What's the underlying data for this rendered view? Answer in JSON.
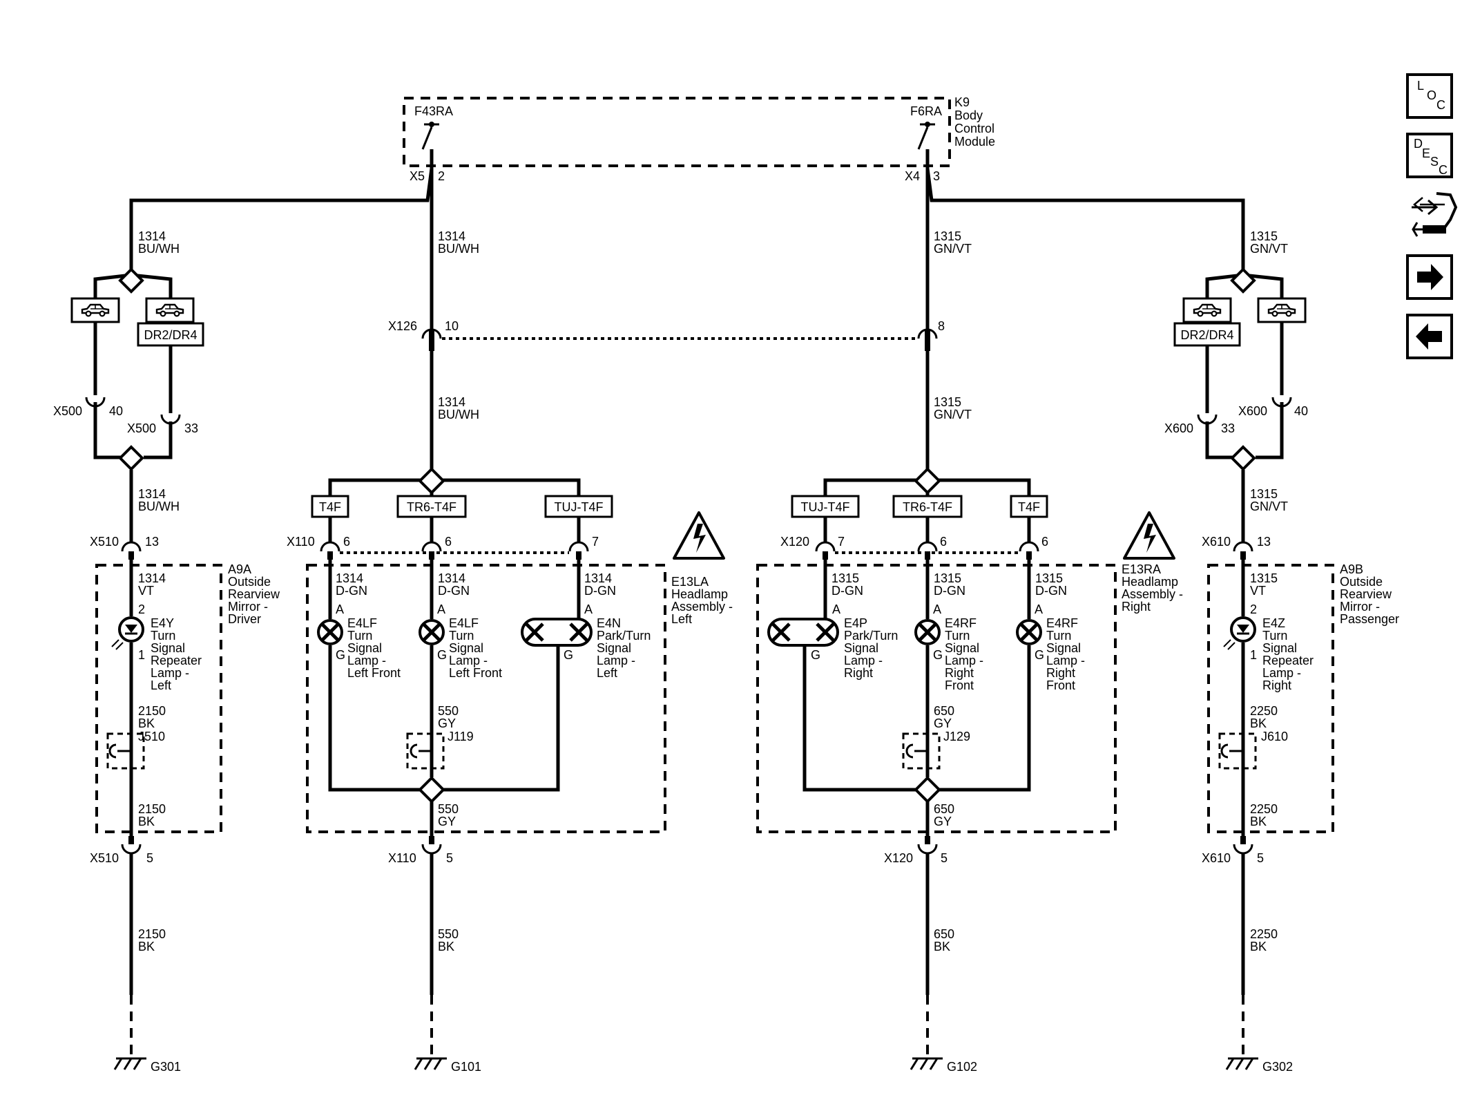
{
  "module": {
    "name": [
      "K9",
      "Body",
      "Control",
      "Module"
    ],
    "left_output": {
      "name": "F43RA",
      "connector": "X5",
      "pin": "2"
    },
    "right_output": {
      "name": "F6RA",
      "connector": "X4",
      "pin": "3"
    }
  },
  "wires": {
    "left_bu_wh": [
      "1314",
      "BU/WH"
    ],
    "right_gn_vt": [
      "1315",
      "GN/VT"
    ],
    "left_vt": [
      "1314",
      "VT"
    ],
    "right_vt": [
      "1315",
      "VT"
    ],
    "left_dgn": [
      "1314",
      "D-GN"
    ],
    "right_dgn": [
      "1315",
      "D-GN"
    ],
    "w550gy": [
      "550",
      "GY"
    ],
    "w650gy": [
      "650",
      "GY"
    ],
    "w2150bk": [
      "2150",
      "BK"
    ],
    "w2250bk": [
      "2250",
      "BK"
    ],
    "w550bk": [
      "550",
      "BK"
    ],
    "w650bk": [
      "650",
      "BK"
    ]
  },
  "options": {
    "dr2_dr4": "DR2/DR4",
    "t4f": "T4F",
    "tr6_t4f": "TR6-T4F",
    "tuj_t4f": "TUJ-T4F"
  },
  "connectors": {
    "x126": {
      "name": "X126",
      "pin_left": "10",
      "pin_right": "8"
    },
    "x500_a": {
      "name": "X500",
      "pin": "40"
    },
    "x500_b": {
      "name": "X500",
      "pin": "33"
    },
    "x600_a": {
      "name": "X600",
      "pin": "40"
    },
    "x600_b": {
      "name": "X600",
      "pin": "33"
    },
    "x510_top": {
      "name": "X510",
      "pin": "13"
    },
    "x510_bot": {
      "name": "X510",
      "pin": "5"
    },
    "x610_top": {
      "name": "X610",
      "pin": "13"
    },
    "x610_bot": {
      "name": "X610",
      "pin": "5"
    },
    "x110": {
      "name": "X110",
      "pins": [
        "6",
        "6",
        "7"
      ],
      "bottom_pin": "5"
    },
    "x120": {
      "name": "X120",
      "pins": [
        "7",
        "6",
        "6"
      ],
      "bottom_pin": "5"
    }
  },
  "assemblies": {
    "a9a": [
      "A9A",
      "Outside",
      "Rearview",
      "Mirror -",
      "Driver"
    ],
    "a9b": [
      "A9B",
      "Outside",
      "Rearview",
      "Mirror -",
      "Passenger"
    ],
    "e13la": [
      "E13LA",
      "Headlamp",
      "Assembly -",
      "Left"
    ],
    "e13ra": [
      "E13RA",
      "Headlamp",
      "Assembly -",
      "Right"
    ]
  },
  "lamps": {
    "e4y": [
      "E4Y",
      "Turn",
      "Signal",
      "Repeater",
      "Lamp -",
      "Left"
    ],
    "e4z": [
      "E4Z",
      "Turn",
      "Signal",
      "Repeater",
      "Lamp -",
      "Right"
    ],
    "e4lf": [
      "E4LF",
      "Turn",
      "Signal",
      "Lamp -",
      "Left Front"
    ],
    "e4n": [
      "E4N",
      "Park/Turn",
      "Signal",
      "Lamp -",
      "Left"
    ],
    "e4p": [
      "E4P",
      "Park/Turn",
      "Signal",
      "Lamp -",
      "Right"
    ],
    "e4rf": [
      "E4RF",
      "Turn",
      "Signal",
      "Lamp -",
      "Right",
      "Front"
    ]
  },
  "pins": {
    "a": "A",
    "g": "G",
    "two": "2",
    "one": "1"
  },
  "splices": {
    "j510": "J510",
    "j610": "J610",
    "j119": "J119",
    "j129": "J129"
  },
  "grounds": {
    "g301": "G301",
    "g101": "G101",
    "g102": "G102",
    "g302": "G302"
  },
  "nav": {
    "loc": [
      "L",
      "O",
      "C"
    ],
    "desc": [
      "D",
      "E",
      "S",
      "C"
    ],
    "next_icon": "arrow-right-icon",
    "prev_icon": "arrow-left-icon",
    "locate_icon": "connector-locate-icon"
  }
}
